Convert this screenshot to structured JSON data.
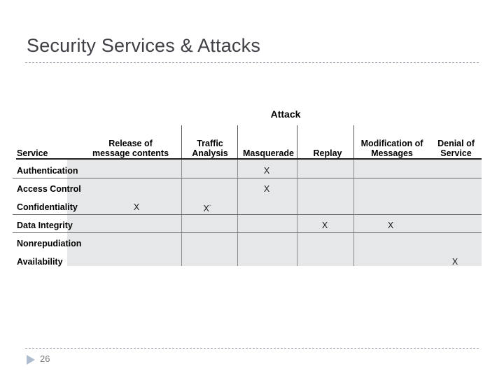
{
  "slide": {
    "title": "Security Services & Attacks",
    "page_number": "26",
    "footer_icon": "play-triangle-icon"
  },
  "table": {
    "corner_label": "Service",
    "group_header": "Attack",
    "attack_columns": [
      "Release of\nmessage contents",
      "Traffic\nAnalysis",
      "Masquerade",
      "Replay",
      "Modification of\nMessages",
      "Denial of\nService"
    ],
    "attack_columns_flat": [
      "Release of message contents",
      "Traffic Analysis",
      "Masquerade",
      "Replay",
      "Modification of Messages",
      "Denial of Service"
    ],
    "rows": [
      {
        "service": "Authentication",
        "marks": [
          "",
          "",
          "X",
          "",
          "",
          ""
        ]
      },
      {
        "service": "Access Control",
        "marks": [
          "",
          "",
          "X",
          "",
          "",
          ""
        ]
      },
      {
        "service": "Confidentiality",
        "marks": [
          "X",
          "X*",
          "",
          "",
          "",
          ""
        ]
      },
      {
        "service": "Data Integrity",
        "marks": [
          "",
          "",
          "",
          "X",
          "X",
          ""
        ]
      },
      {
        "service": "Nonrepudiation",
        "marks": [
          "",
          "",
          "",
          "",
          "",
          ""
        ]
      },
      {
        "service": "Availability",
        "marks": [
          "",
          "",
          "",
          "",
          "",
          "X"
        ]
      }
    ]
  },
  "colors": {
    "cell_shade": "#e6e7e8",
    "title_text": "#3f3f46",
    "rule": "#9aa0ac",
    "footer_triangle": "#aebcd0"
  }
}
